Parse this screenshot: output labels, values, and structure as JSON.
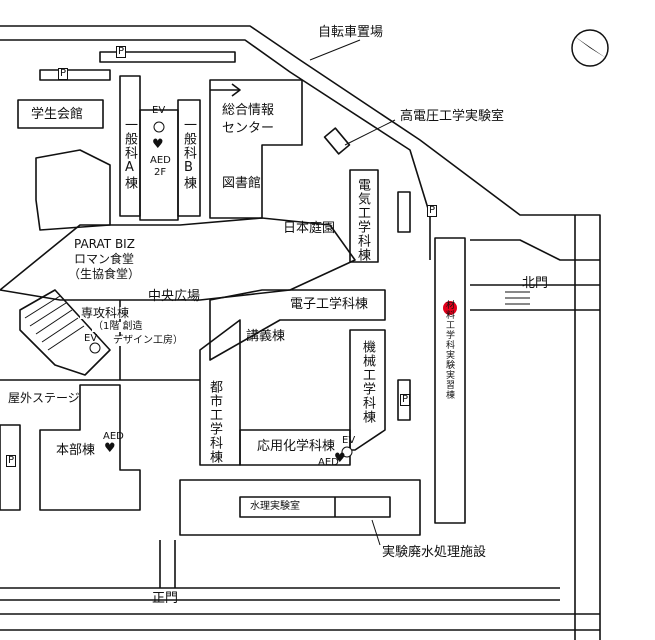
{
  "labels": {
    "bicycle_parking": "自転車置場",
    "student_hall": "学生会館",
    "general_a": "一般科A棟",
    "general_b": "一般科B棟",
    "info_center_1": "総合情報",
    "info_center_2": "センター",
    "hv_lab": "高電圧工学実験室",
    "library": "図書館",
    "electrical": "電気工学科棟",
    "japanese_garden": "日本庭園",
    "parat_biz": "PARAT BIZ",
    "roman_shokudo": "ロマン食堂",
    "seikyo": "（生協食堂）",
    "central_plaza": "中央広場",
    "electronic": "電子工学科棟",
    "senkou": "専攻科棟",
    "senkou_sub1": "（1階 創造",
    "senkou_sub2": "デザイン工房）",
    "lecture": "講義棟",
    "mechanical": "機械工学科棟",
    "materials": "材料工学科実験実習棟",
    "outdoor_stage": "屋外ステージ",
    "main_bldg": "本部棟",
    "urban": "都市工学科棟",
    "applied_chem": "応用化学科棟",
    "water_lab": "水理実験室",
    "wastewater": "実験廃水処理施設",
    "north_gate": "北門",
    "main_gate": "正門"
  },
  "markers": {
    "parking": "P",
    "aed": "AED",
    "ev": "EV",
    "floor_2f": "2F",
    "aed_symbol": "♥"
  },
  "colors": {
    "line": "#111111",
    "current_location": "#e3001b"
  }
}
